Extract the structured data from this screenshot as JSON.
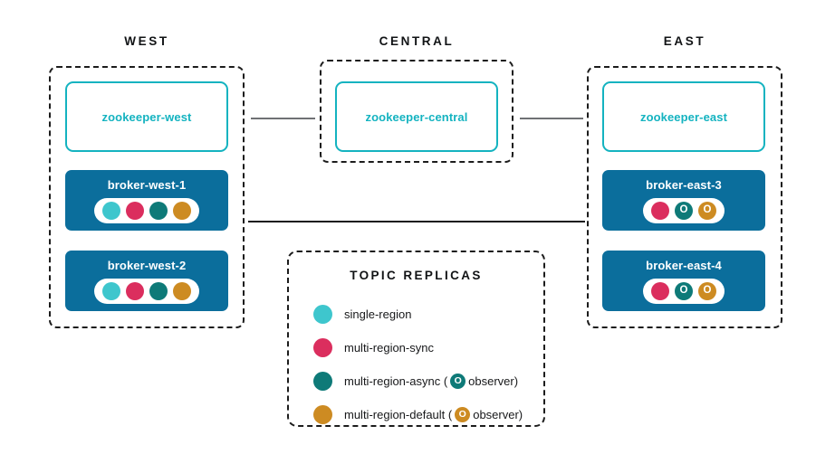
{
  "colors": {
    "single_region": "#3ec6cd",
    "multi_region_sync": "#db2e5e",
    "multi_region_async": "#0e7a78",
    "multi_region_default": "#cd8b22",
    "broker_fill": "#0b6e9c",
    "zookeeper_border": "#14b3c0",
    "zookeeper_text": "#14b3c0",
    "dashed_border": "#1c1c1c",
    "connector_gray": "#6f7174",
    "connector_dark": "#17181a",
    "text_dark": "#111315",
    "node_text_white": "#ffffff"
  },
  "regions": [
    {
      "id": "west",
      "title": "WEST",
      "zookeeper": {
        "label": "zookeeper-west"
      },
      "brokers": [
        {
          "label": "broker-west-1",
          "replicas": [
            {
              "type": "single-region",
              "color": "#3ec6cd",
              "glyph": ""
            },
            {
              "type": "multi-region-sync",
              "color": "#db2e5e",
              "glyph": ""
            },
            {
              "type": "multi-region-async",
              "color": "#0e7a78",
              "glyph": ""
            },
            {
              "type": "multi-region-default",
              "color": "#cd8b22",
              "glyph": ""
            }
          ]
        },
        {
          "label": "broker-west-2",
          "replicas": [
            {
              "type": "single-region",
              "color": "#3ec6cd",
              "glyph": ""
            },
            {
              "type": "multi-region-sync",
              "color": "#db2e5e",
              "glyph": ""
            },
            {
              "type": "multi-region-async",
              "color": "#0e7a78",
              "glyph": ""
            },
            {
              "type": "multi-region-default",
              "color": "#cd8b22",
              "glyph": ""
            }
          ]
        }
      ]
    },
    {
      "id": "central",
      "title": "CENTRAL",
      "zookeeper": {
        "label": "zookeeper-central"
      },
      "brokers": []
    },
    {
      "id": "east",
      "title": "EAST",
      "zookeeper": {
        "label": "zookeeper-east"
      },
      "brokers": [
        {
          "label": "broker-east-3",
          "replicas": [
            {
              "type": "multi-region-sync",
              "color": "#db2e5e",
              "glyph": ""
            },
            {
              "type": "multi-region-async-observer",
              "color": "#0e7a78",
              "glyph": "O"
            },
            {
              "type": "multi-region-default-observer",
              "color": "#cd8b22",
              "glyph": "O"
            }
          ]
        },
        {
          "label": "broker-east-4",
          "replicas": [
            {
              "type": "multi-region-sync",
              "color": "#db2e5e",
              "glyph": ""
            },
            {
              "type": "multi-region-async-observer",
              "color": "#0e7a78",
              "glyph": "O"
            },
            {
              "type": "multi-region-default-observer",
              "color": "#cd8b22",
              "glyph": "O"
            }
          ]
        }
      ]
    }
  ],
  "legend": {
    "title": "TOPIC REPLICAS",
    "items": [
      {
        "color": "#3ec6cd",
        "label": "single-region",
        "has_observer": false,
        "prefix": "single-region",
        "observer_glyph": "",
        "suffix": ""
      },
      {
        "color": "#db2e5e",
        "label": "multi-region-sync",
        "has_observer": false,
        "prefix": "multi-region-sync",
        "observer_glyph": "",
        "suffix": ""
      },
      {
        "color": "#0e7a78",
        "label": "multi-region-async ( O observer)",
        "has_observer": true,
        "prefix": "multi-region-async (",
        "observer_glyph": "O",
        "suffix": "observer)"
      },
      {
        "color": "#cd8b22",
        "label": "multi-region-default ( O observer)",
        "has_observer": true,
        "prefix": "multi-region-default (",
        "observer_glyph": "O",
        "suffix": "observer)"
      }
    ]
  },
  "connectors": [
    {
      "name": "west-central-zookeeper-link",
      "style": "gray"
    },
    {
      "name": "central-east-zookeeper-link",
      "style": "gray"
    },
    {
      "name": "west-east-broker-link",
      "style": "dark"
    }
  ]
}
